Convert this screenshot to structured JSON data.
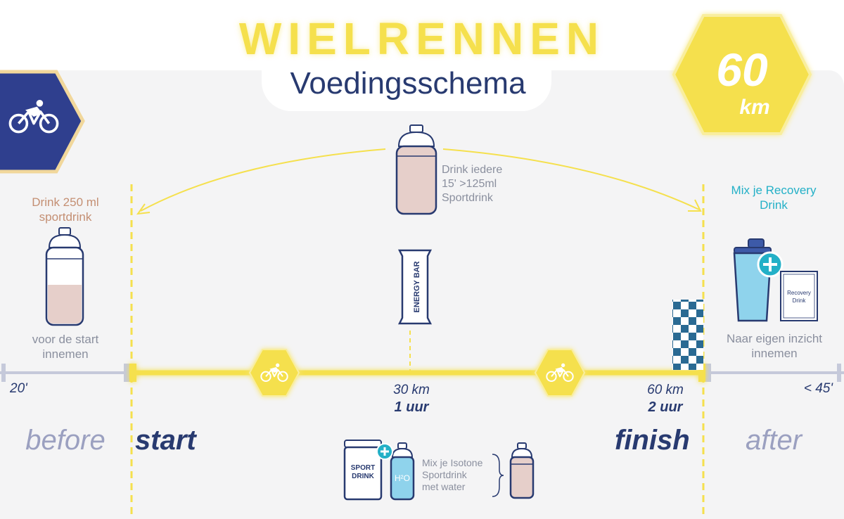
{
  "header": {
    "title": "WIELRENNEN",
    "subtitle": "Voedingsschema",
    "distance_value": "60",
    "distance_unit": "km"
  },
  "before": {
    "drink_note": [
      "Drink 250 ml",
      "sportdrink"
    ],
    "intake_note": [
      "voor de start",
      "innemen"
    ],
    "time_label": "20'",
    "phase_label": "before"
  },
  "during": {
    "drink_note": [
      "Drink iedere",
      "15' >125ml",
      "Sportdrink"
    ],
    "energy_bar_label": "ENERGY BAR",
    "mid_km": "30 km",
    "mid_hr": "1 uur",
    "end_km": "60 km",
    "end_hr": "2 uur",
    "start_label": "start",
    "finish_label": "finish",
    "mix_note": [
      "Mix je Isotone",
      "Sportdrink",
      "met water"
    ],
    "sport_drink_tub": [
      "SPORT",
      "DRINK"
    ],
    "water_bottle_label": "H²O"
  },
  "after": {
    "recovery_note": [
      "Mix je Recovery",
      "Drink"
    ],
    "recovery_pack": [
      "Recovery",
      "Drink"
    ],
    "intake_note": [
      "Naar eigen inzicht",
      "innemen"
    ],
    "time_label": "< 45'",
    "phase_label": "after"
  },
  "colors": {
    "navy": "#283a70",
    "yellow": "#f5e04d",
    "cyan": "#23b0c7",
    "tan": "#c48f73",
    "drink_pink": "#e6cfca",
    "recovery_blue": "#8fd3ec",
    "timeline_gray": "#c5c9da"
  }
}
